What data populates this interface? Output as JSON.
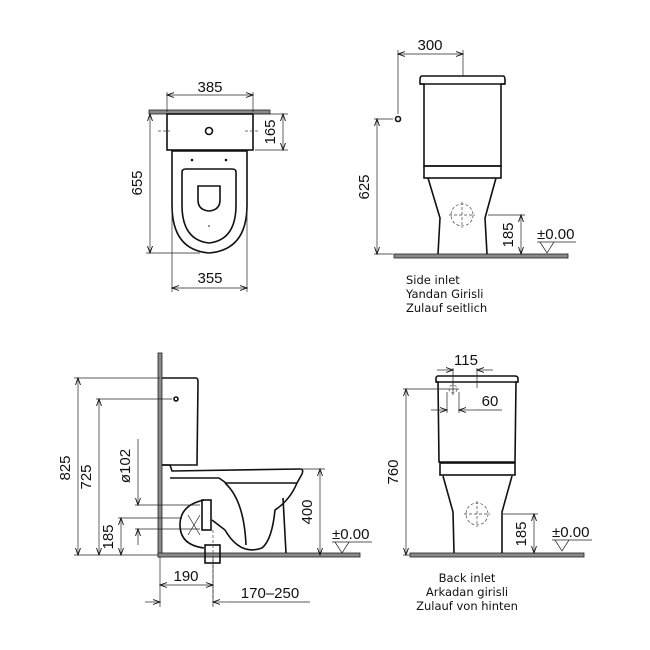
{
  "views": {
    "top": {
      "dims": {
        "width_tank": "385",
        "depth_tank": "165",
        "length": "655",
        "width_bowl": "355"
      }
    },
    "side_inlet": {
      "dims": {
        "inlet_offset": "300",
        "inlet_height": "625",
        "outlet_height": "185",
        "floor_level": "±0.00"
      },
      "caption": [
        "Side inlet",
        "Yandan Girisli",
        "Zulauf seitlich"
      ]
    },
    "profile": {
      "dims": {
        "total_height": "825",
        "inlet_height": "725",
        "pipe_diameter": "ø102",
        "outlet_height": "185",
        "seat_height": "400",
        "floor_level": "±0.00",
        "wall_to_outlet": "190",
        "outlet_range": "170–250"
      }
    },
    "back_inlet": {
      "dims": {
        "inlet_offset": "115",
        "inlet_width": "60",
        "inlet_height": "760",
        "outlet_height": "185",
        "floor_level": "±0.00"
      },
      "caption": [
        "Back inlet",
        "Arkadan girisli",
        "Zulauf von hinten"
      ]
    }
  }
}
